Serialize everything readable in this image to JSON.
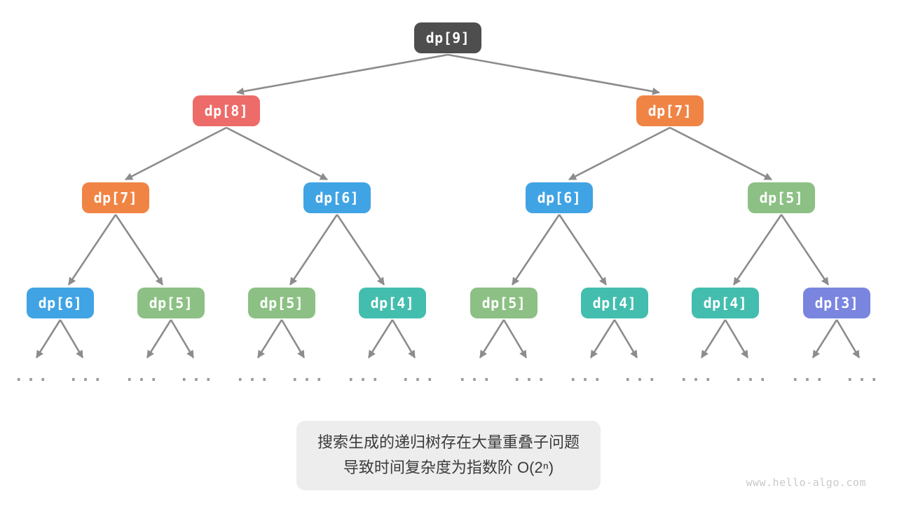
{
  "tree": {
    "nodes": [
      {
        "label": "dp[9]",
        "color": "#4E4E4E"
      },
      {
        "label": "dp[8]",
        "color": "#ED6B69"
      },
      {
        "label": "dp[7]",
        "color": "#F08445"
      },
      {
        "label": "dp[7]",
        "color": "#F08445"
      },
      {
        "label": "dp[6]",
        "color": "#40A3E4"
      },
      {
        "label": "dp[6]",
        "color": "#40A3E4"
      },
      {
        "label": "dp[5]",
        "color": "#8CC084"
      },
      {
        "label": "dp[6]",
        "color": "#40A3E4"
      },
      {
        "label": "dp[5]",
        "color": "#8CC084"
      },
      {
        "label": "dp[5]",
        "color": "#8CC084"
      },
      {
        "label": "dp[4]",
        "color": "#43BDAE"
      },
      {
        "label": "dp[5]",
        "color": "#8CC084"
      },
      {
        "label": "dp[4]",
        "color": "#43BDAE"
      },
      {
        "label": "dp[4]",
        "color": "#43BDAE"
      },
      {
        "label": "dp[3]",
        "color": "#7A85E0"
      }
    ],
    "ellipsis": "...",
    "edge_color": "#8C8C8C"
  },
  "caption": {
    "line1": "搜索生成的递归树存在大量重叠子问题",
    "line2": "导致时间复杂度为指数阶 O(2ⁿ)",
    "background": "#EDEDED",
    "text_color": "#3A3A3A"
  },
  "watermark": "www.hello-algo.com"
}
